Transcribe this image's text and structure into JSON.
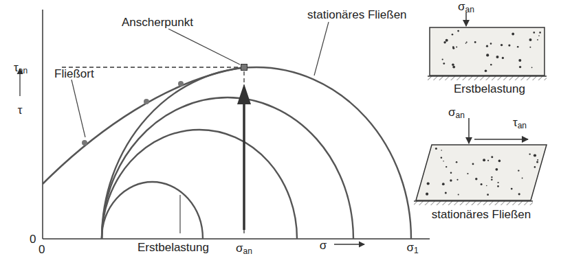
{
  "diagram": {
    "labels": [
      "τan",
      "Anscherpunkt",
      "stationäres Fließen",
      "Fließort",
      "τ",
      "0",
      "0",
      "Erstbelastung",
      "σan",
      "σ",
      "σ1",
      "σan",
      "Erstbelastung",
      "σan",
      "τan",
      "stationäres Fließen"
    ]
  }
}
